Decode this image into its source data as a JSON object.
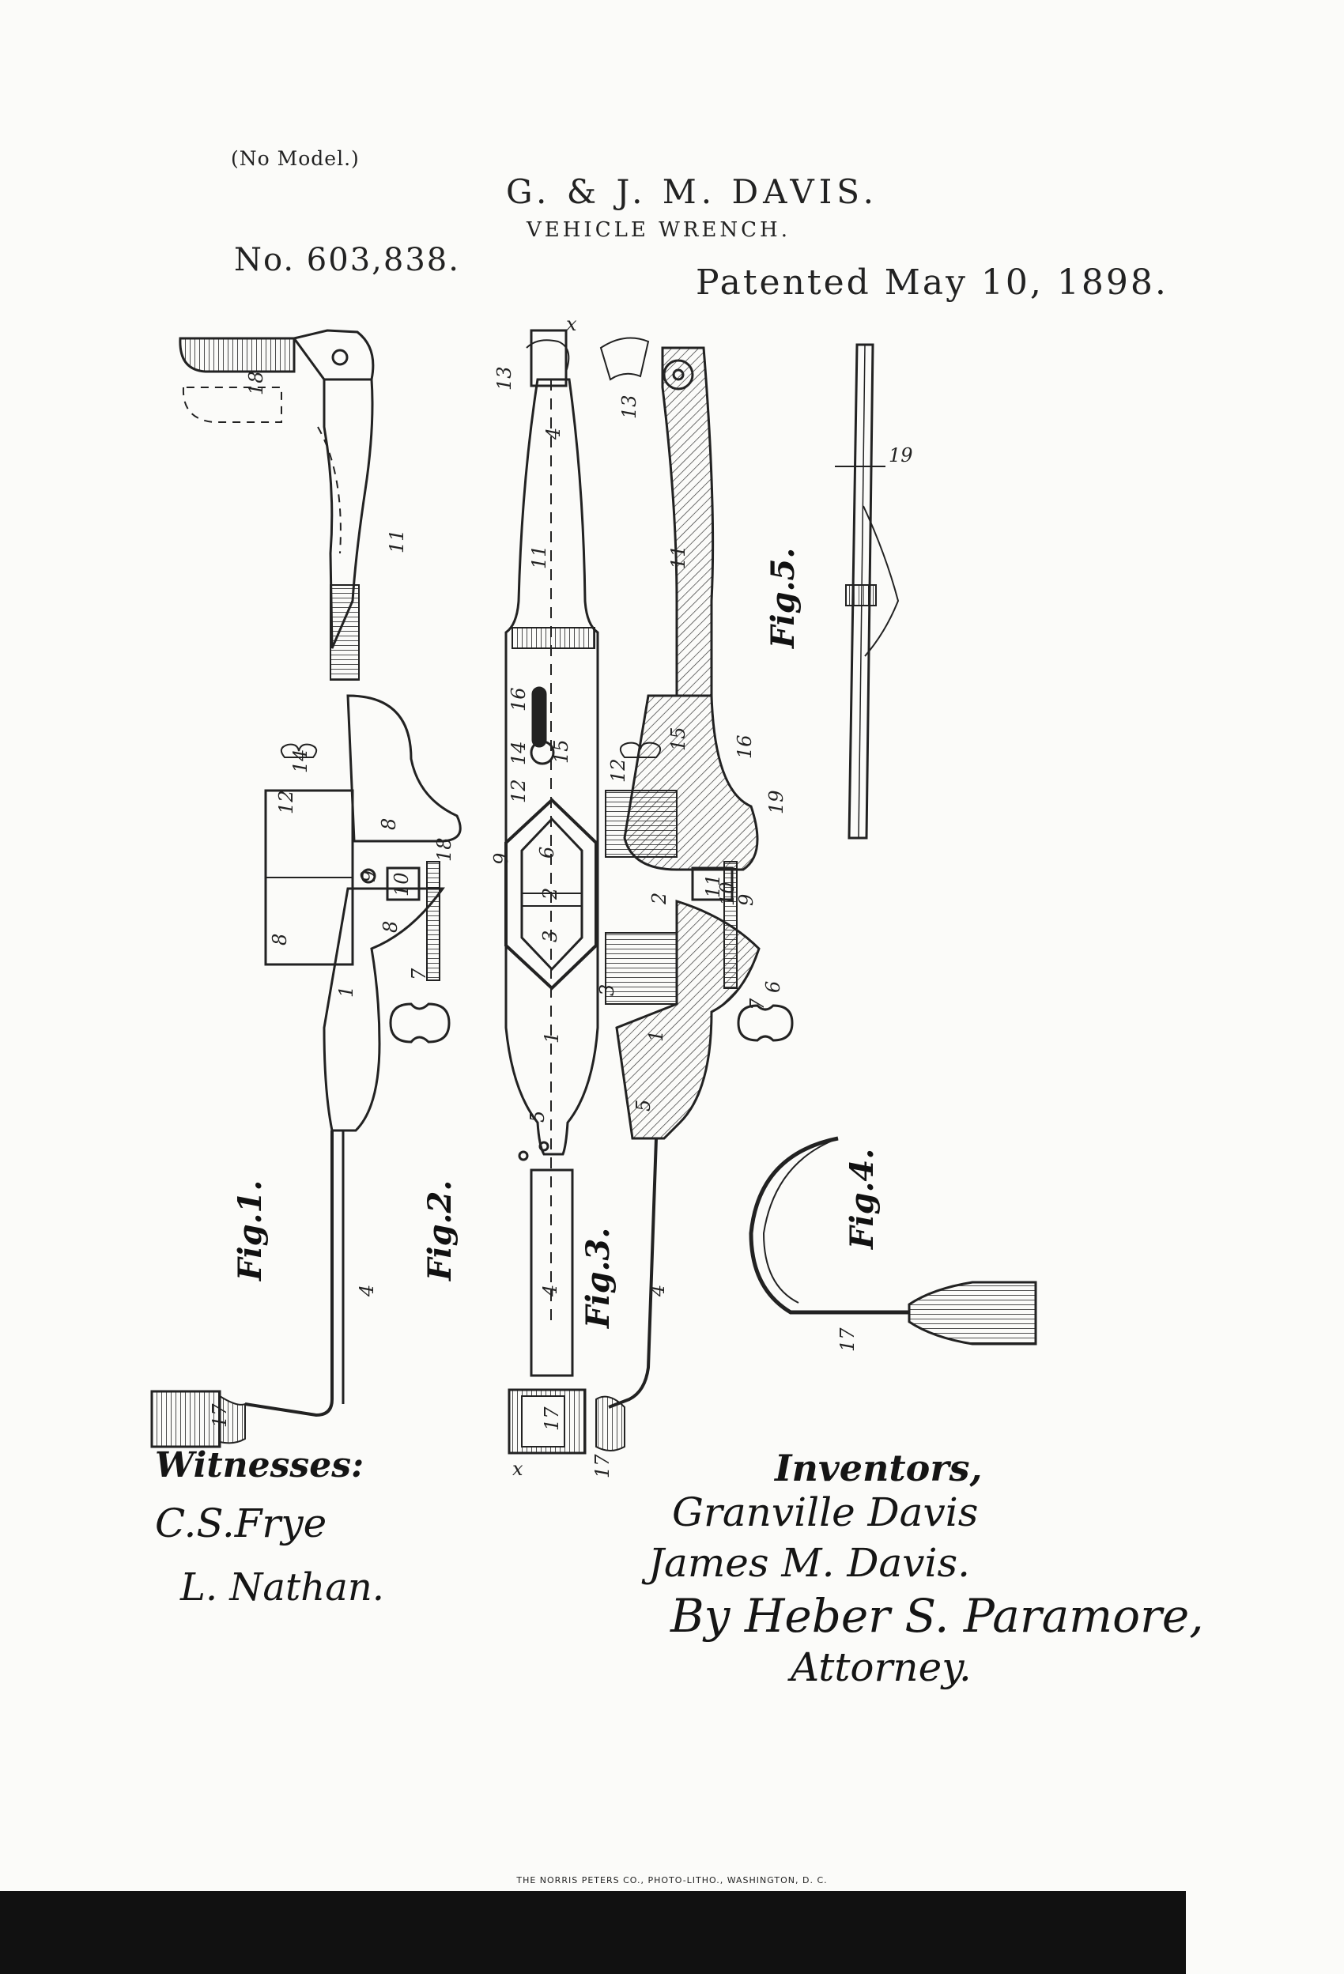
{
  "header": {
    "no_model": "(No Model.)",
    "inventors_heading": "G. & J. M. DAVIS.",
    "title": "VEHICLE WRENCH.",
    "patent_no": "No. 603,838.",
    "patent_date": "Patented May 10, 1898."
  },
  "figures": {
    "fig1": "Fig.1.",
    "fig2": "Fig.2.",
    "fig3": "Fig.3.",
    "fig4": "Fig.4.",
    "fig5": "Fig.5."
  },
  "ref_labels": {
    "r18a": "18",
    "r11a": "11",
    "r14a": "14",
    "r12a": "12",
    "r8a": "8",
    "r18b": "18",
    "r9a": "9",
    "r10a": "10",
    "r8b": "8",
    "r8c": "8",
    "r1a": "1",
    "r7a": "7",
    "r4a": "4",
    "r17a": "17",
    "r13a": "13",
    "r4b": "4",
    "r16a": "16",
    "r15a": "15",
    "r14b": "14",
    "r12b": "12",
    "r6a": "6",
    "r2a": "2",
    "r3a": "3",
    "r9b": "9",
    "r1b": "1",
    "r5a": "5",
    "r4c": "4",
    "r17b": "17",
    "rxa": "x",
    "rxb": "x",
    "r13b": "13",
    "r11b": "11",
    "r15b": "15",
    "r16b": "16",
    "r12c": "12",
    "r19a": "19",
    "r2b": "2",
    "r11c": "11",
    "r10b": "10",
    "r9c": "9",
    "r6b": "6",
    "r7b": "7",
    "r3b": "3",
    "r1c": "1",
    "r5b": "5",
    "r4d": "4",
    "r17c": "17",
    "r19b": "19",
    "r17d": "17"
  },
  "signatures": {
    "witnesses_label": "Witnesses:",
    "witness_1": "C.S.Frye",
    "witness_2": "L. Nathan.",
    "inventors_label": "Inventors,",
    "inventor_1": "Granville Davis",
    "inventor_2": "James M. Davis.",
    "attorney_name": "By Heber S. Paramore,",
    "attorney_label": "Attorney."
  },
  "footer": "THE NORRIS PETERS CO., PHOTO-LITHO., WASHINGTON, D. C."
}
